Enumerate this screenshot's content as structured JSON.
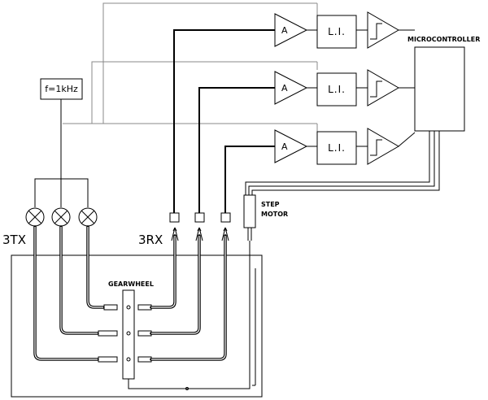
{
  "labels": {
    "frequency": "f=1kHz",
    "amplifier": "A",
    "lockin": "L.I.",
    "microcontroller": "MICROCONTROLLER",
    "step_motor_line1": "STEP",
    "step_motor_line2": "MOTOR",
    "transmitters": "3TX",
    "receivers": "3RX",
    "gearwheel": "GEARWHEEL"
  }
}
